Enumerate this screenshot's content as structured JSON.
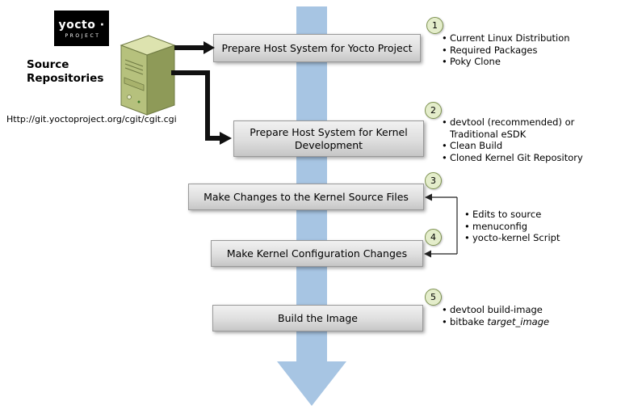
{
  "colors": {
    "flow-arrow": "#a7c5e3",
    "box-top": "#f1f1f1",
    "box-bottom": "#c6c6c6",
    "box-border": "#999999",
    "circle-fill": "#e4edcb",
    "circle-border": "#7e9351",
    "server-front": "#b6c17d",
    "server-side": "#8e9a58",
    "server-top": "#dde3af",
    "server-outline": "#6f7a43",
    "arrow-black": "#111111",
    "logo-bg": "#000000"
  },
  "logo": {
    "brand": "yocto ·",
    "tagline": "PROJECT"
  },
  "source": {
    "line1": "Source",
    "line2": "Repositories",
    "url": "Http://git.yoctoproject.org/cgit/cgit.cgi"
  },
  "steps": [
    {
      "num": "1",
      "label": "Prepare Host System for Yocto Project",
      "bullets": [
        "Current Linux Distribution",
        "Required Packages",
        "Poky Clone"
      ]
    },
    {
      "num": "2",
      "label": "Prepare Host System for Kernel Development",
      "bullets": [
        "devtool (recommended) or Traditional eSDK",
        "Clean Build",
        "Cloned Kernel Git Repository"
      ]
    },
    {
      "num": "3",
      "label": "Make Changes to the Kernel Source Files"
    },
    {
      "num": "4",
      "label": "Make Kernel Configuration Changes",
      "shared_bullets": [
        "Edits to source",
        "menuconfig",
        "yocto-kernel Script"
      ]
    },
    {
      "num": "5",
      "label": "Build the Image",
      "bullets": [
        "devtool build-image"
      ],
      "bullet_mixed": {
        "prefix": "bitbake ",
        "italic": "target_image"
      }
    }
  ]
}
